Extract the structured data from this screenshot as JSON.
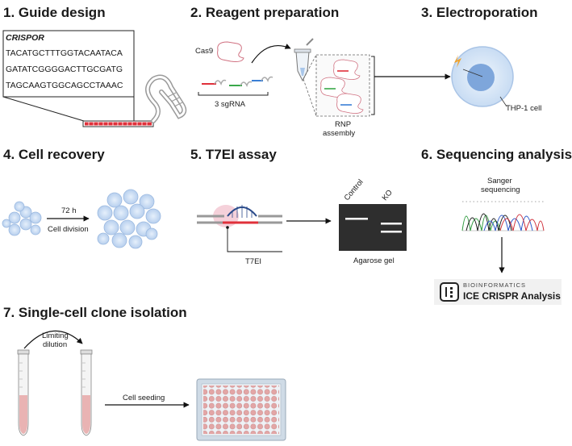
{
  "steps": {
    "s1": "1. Guide design",
    "s2": "2. Reagent preparation",
    "s3": "3. Electroporation",
    "s4": "4. Cell recovery",
    "s5": "5. T7EI assay",
    "s6": "6. Sequencing analysis",
    "s7": "7. Single-cell clone isolation"
  },
  "guide": {
    "tool": "CRISPOR",
    "sequences": [
      "TACATGCTTTGGTACAATACA",
      "GATATCGGGGACTTGCGATG",
      "TAGCAAGTGGCAGCCTAAAC"
    ]
  },
  "reagent": {
    "cas9": "Cas9",
    "sgrna": "3 sgRNA",
    "rnp": "RNP",
    "assembly": "assembly"
  },
  "electroporation": {
    "cell": "THP-1 cell"
  },
  "recovery": {
    "time": "72 h",
    "action": "Cell division"
  },
  "t7ei": {
    "enzyme": "T7EI",
    "gel": "Agarose gel",
    "lane_control": "Control",
    "lane_ko": "KO"
  },
  "sequencing": {
    "sanger1": "Sanger",
    "sanger2": "sequencing",
    "bio": "BIOINFORMATICS",
    "ice": "ICE CRISPR Analysis"
  },
  "clone": {
    "dilution1": "Limiting",
    "dilution2": "dilution",
    "seeding": "Cell seeding"
  },
  "colors": {
    "accent_red": "#e0303a",
    "cell_blue": "#bcd3ee",
    "nucleus": "#7ea6db",
    "gel": "#2e2e2e",
    "well": "#e0a8a8"
  }
}
